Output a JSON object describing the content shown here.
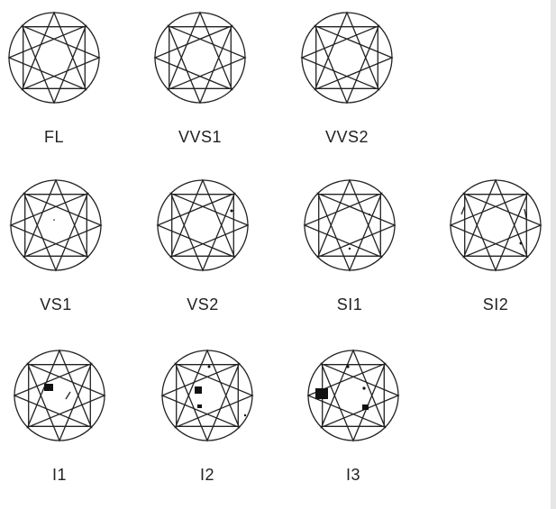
{
  "title_grades": [
    {
      "label": "FL"
    },
    {
      "label": "VVS1"
    },
    {
      "label": "VVS2"
    },
    {
      "label": "VS1"
    },
    {
      "label": "VS2"
    },
    {
      "label": "SI1"
    },
    {
      "label": "SI2"
    },
    {
      "label": "I1"
    },
    {
      "label": "I2"
    },
    {
      "label": "I3"
    }
  ]
}
